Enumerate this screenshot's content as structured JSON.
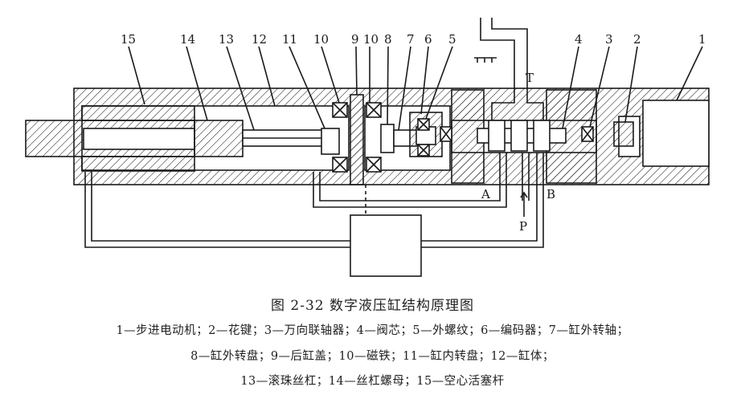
{
  "diagram": {
    "part_numbers": [
      "1",
      "2",
      "3",
      "4",
      "5",
      "6",
      "7",
      "8",
      "9",
      "10",
      "11",
      "12",
      "13",
      "14",
      "15"
    ],
    "port_labels": {
      "T": "T",
      "A": "A",
      "B": "B",
      "P": "P"
    }
  },
  "figure": {
    "title": "图 2-32    数字液压缸结构原理图",
    "legend_lines": [
      "1—步进电动机；2—花键；3—万向联轴器；4—阀芯；5—外螺纹；6—编码器；7—缸外转轴；",
      "8—缸外转盘；9—后缸盖；10—磁铁；11—缸内转盘；12—缸体；",
      "13—滚珠丝杠；14—丝杠螺母；15—空心活塞杆"
    ]
  }
}
